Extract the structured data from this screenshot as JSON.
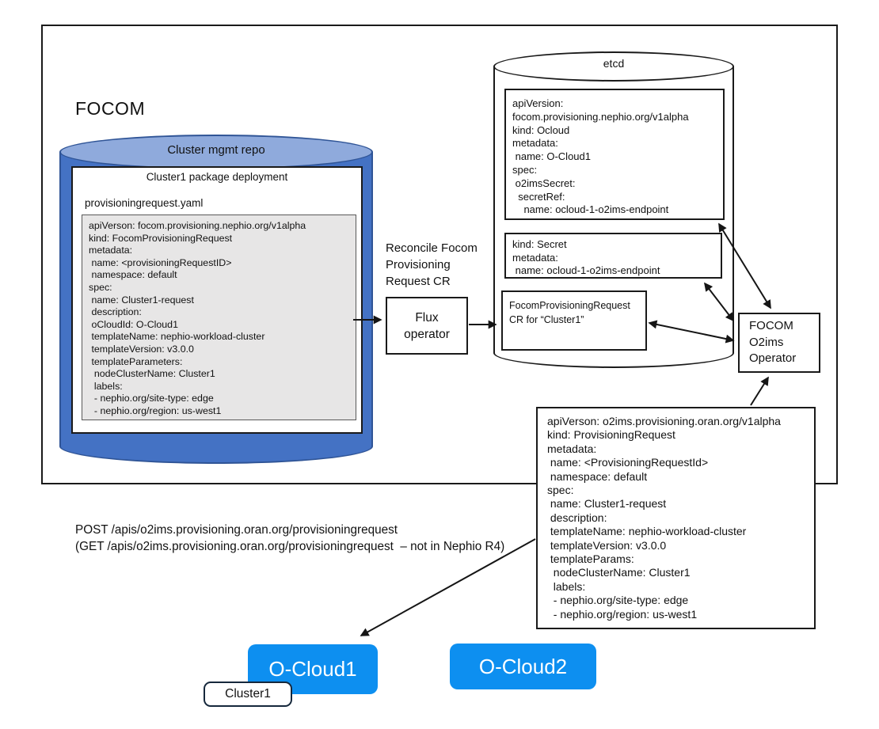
{
  "diagram": {
    "focom_title": "FOCOM",
    "repo": {
      "title": "Cluster mgmt repo",
      "package_title": "Cluster1 package deployment",
      "file_label": "provisioningrequest.yaml",
      "yaml": "apiVerson: focom.provisioning.nephio.org/v1alpha\nkind: FocomProvisioningRequest\nmetadata:\n name: <provisioningRequestID>\n namespace: default\nspec:\n name: Cluster1-request\n description:\n oCloudId: O-Cloud1\n templateName: nephio-workload-cluster\n templateVersion: v3.0.0\n templateParameters:\n  nodeClusterName: Cluster1\n  labels:\n  - nephio.org/site-type: edge\n  - nephio.org/region: us-west1"
    },
    "reconcile_label": "Reconcile Focom\nProvisioning\nRequest CR",
    "flux_label": "Flux\noperator",
    "etcd": {
      "title": "etcd",
      "ocloud_yaml": "apiVersion:\nfocom.provisioning.nephio.org/v1alpha\nkind: Ocloud\nmetadata:\n name: O-Cloud1\nspec:\n o2imsSecret:\n  secretRef:\n    name: ocloud-1-o2ims-endpoint",
      "secret_yaml": "kind: Secret\nmetadata:\n name: ocloud-1-o2ims-endpoint",
      "cr_label": "FocomProvisioningRequest\nCR for “Cluster1”"
    },
    "operator_label": "FOCOM\nO2ims\nOperator",
    "o2ims_yaml": "apiVerson: o2ims.provisioning.oran.org/v1alpha\nkind: ProvisioningRequest\nmetadata:\n name: <ProvisioningRequestId>\n namespace: default\nspec:\n name: Cluster1-request\n description:\n templateName: nephio-workload-cluster\n templateVersion: v3.0.0\n templateParams:\n  nodeClusterName: Cluster1\n  labels:\n  - nephio.org/site-type: edge\n  - nephio.org/region: us-west1",
    "api_calls": "POST /apis/o2ims.provisioning.oran.org/provisioningrequest\n(GET /apis/o2ims.provisioning.oran.org/provisioningrequest  – not in Nephio R4)",
    "oclouds": {
      "ocloud1": "O-Cloud1",
      "ocloud2": "O-Cloud2",
      "cluster1": "Cluster1"
    },
    "colors": {
      "ocloud_blue": "#0d8ff0",
      "cylinder_body": "#4472c4",
      "cylinder_top": "#8faadc",
      "cylinder_border": "#2f5496",
      "yaml_gray": "#e7e6e6"
    }
  }
}
